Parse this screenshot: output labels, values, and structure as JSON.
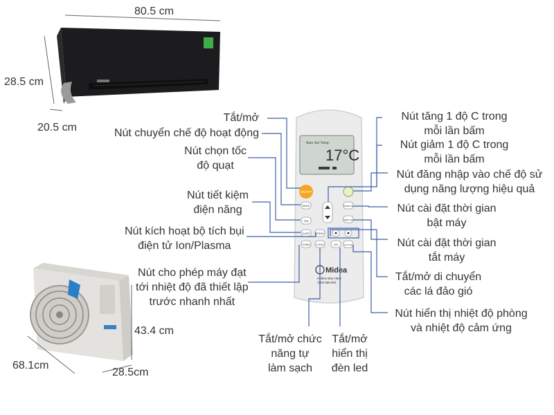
{
  "indoor_unit": {
    "width": "80.5 cm",
    "height": "28.5 cm",
    "depth": "20.5 cm"
  },
  "outdoor_unit": {
    "height": "43.4 cm",
    "width": "68.1cm",
    "depth": "28.5cm"
  },
  "remote": {
    "display_temp": "17°C",
    "display_text": "Auto Set Temp.",
    "buttons": {
      "onoff": "ON/OFF",
      "mode": "MODE",
      "fan": "FAN",
      "sleep": "SLEEP",
      "fresh": "FRESH",
      "turbo": "TURBO",
      "clean": "CLEAN",
      "led": "LED",
      "follow": "FOLLOW",
      "timer_on": "TIMER ON",
      "timer_off": "TIMER OFF"
    },
    "brand": "Midea",
    "hotline_1": "Hotline Bảo Hành",
    "hotline_2": "1800 588 863"
  },
  "labels_left": {
    "onoff": "Tắt/mở",
    "mode": "Nút chuyển chế độ hoạt động",
    "fan_1": "Nút chọn tốc",
    "fan_2": "độ quạt",
    "sleep_1": "Nút tiết kiệm",
    "sleep_2": "điện năng",
    "fresh_1": "Nút kích hoạt bộ tích bụi",
    "fresh_2": "điện tử Ion/Plasma",
    "turbo_1": "Nút cho phép máy đạt",
    "turbo_2": "tới nhiệt độ đã thiết lập",
    "turbo_3": "trước nhanh nhất"
  },
  "labels_bottom": {
    "clean_1": "Tắt/mở chức",
    "clean_2": "năng tự",
    "clean_3": "làm sạch",
    "led_1": "Tắt/mở",
    "led_2": "hiển thị",
    "led_3": "đèn led"
  },
  "labels_right": {
    "up_1": "Nút tăng 1 độ C trong",
    "up_2": "mỗi lần bấm",
    "down_1": "Nút giảm 1 độ C trong",
    "down_2": "mỗi lần bấm",
    "eco_1": "Nút đăng nhập vào chế độ sử",
    "eco_2": "dụng năng lượng hiệu quả",
    "timer_on_1": "Nút cài đặt thời gian",
    "timer_on_2": "bật máy",
    "timer_off_1": "Nút cài đặt thời gian",
    "timer_off_2": "tắt máy",
    "swing_1": "Tắt/mở di chuyển",
    "swing_2": "các lá đảo gió",
    "follow_1": "Nút hiển thị nhiệt độ phòng",
    "follow_2": "và nhiệt độ cảm ứng"
  },
  "colors": {
    "line": "#3a5fa8",
    "unit_black": "#1c1c1f",
    "onoff_orange": "#f5a623",
    "remote_body": "#eeeeee"
  }
}
